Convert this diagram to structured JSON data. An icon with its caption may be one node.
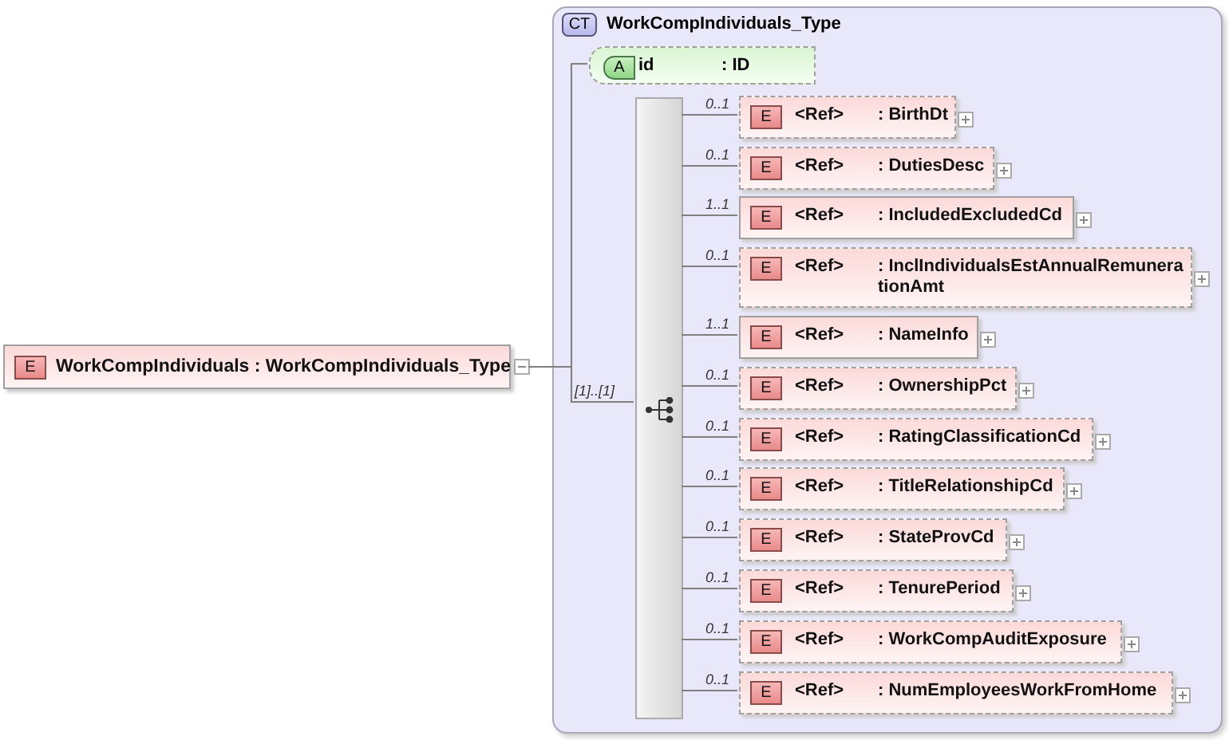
{
  "diagram": {
    "nodes": [
      {
        "text": [
          "E",
          "WorkCompIndividuals : WorkCompIndividuals_Type"
        ]
      },
      {
        "text": [
          "CT",
          "WorkCompIndividuals_Type"
        ]
      },
      {
        "text": [
          "A",
          "id",
          ": ID"
        ],
        "in": 1
      },
      {
        "text": [],
        "shape": "bar",
        "in": 1
      },
      {
        "text": [
          "E",
          "<Ref>",
          ": BirthDt"
        ],
        "in": 1
      },
      {
        "text": [
          "E",
          "<Ref>",
          ": DutiesDesc"
        ],
        "in": 1
      },
      {
        "text": [
          "E",
          "<Ref>",
          ": IncludedExcludedCd"
        ],
        "in": 1
      },
      {
        "text": [
          "E",
          "<Ref>",
          ": InclIndividualsEstAnnualRemunerationAmt"
        ],
        "in": 1
      },
      {
        "text": [
          "E",
          "<Ref>",
          ": NameInfo"
        ],
        "in": 1
      },
      {
        "text": [
          "E",
          "<Ref>",
          ": OwnershipPct"
        ],
        "in": 1
      },
      {
        "text": [
          "E",
          "<Ref>",
          ": RatingClassificationCd"
        ],
        "in": 1
      },
      {
        "text": [
          "E",
          "<Ref>",
          ": TitleRelationshipCd"
        ],
        "in": 1
      },
      {
        "text": [
          "E",
          "<Ref>",
          ": StateProvCd"
        ],
        "in": 1
      },
      {
        "text": [
          "E",
          "<Ref>",
          ": TenurePeriod"
        ],
        "in": 1
      },
      {
        "text": [
          "E",
          "<Ref>",
          ": WorkCompAuditExposure"
        ],
        "in": 1
      },
      {
        "text": [
          "E",
          "<Ref>",
          ": NumEmployeesWorkFromHome"
        ],
        "in": 1
      }
    ],
    "edges": [
      {
        "from": 0,
        "to": 2,
        "arrow": "none"
      },
      {
        "from": 0,
        "to": 3,
        "arrow": "none",
        "label": "[1]..[1]"
      },
      {
        "from": 3,
        "to": 4,
        "arrow": "none",
        "label": "0..1"
      },
      {
        "from": 3,
        "to": 5,
        "arrow": "none",
        "label": "0..1"
      },
      {
        "from": 3,
        "to": 6,
        "arrow": "none",
        "label": "1..1"
      },
      {
        "from": 3,
        "to": 7,
        "arrow": "none",
        "label": "0..1"
      },
      {
        "from": 3,
        "to": 8,
        "arrow": "none",
        "label": "1..1"
      },
      {
        "from": 3,
        "to": 9,
        "arrow": "none",
        "label": "0..1"
      },
      {
        "from": 3,
        "to": 10,
        "arrow": "none",
        "label": "0..1"
      },
      {
        "from": 3,
        "to": 11,
        "arrow": "none",
        "label": "0..1"
      },
      {
        "from": 3,
        "to": 12,
        "arrow": "none",
        "label": "0..1"
      },
      {
        "from": 3,
        "to": 13,
        "arrow": "none",
        "label": "0..1"
      },
      {
        "from": 3,
        "to": 14,
        "arrow": "none",
        "label": "0..1"
      },
      {
        "from": 3,
        "to": 15,
        "arrow": "none",
        "label": "0..1"
      }
    ]
  }
}
